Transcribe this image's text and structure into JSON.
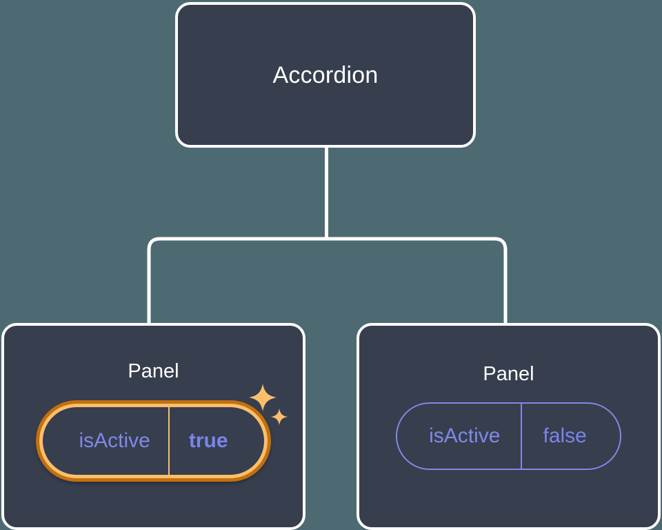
{
  "diagram": {
    "type": "component-tree",
    "background_color": "#4d6a73",
    "node_fill_color": "#373e4e",
    "node_border_color": "#ffffff",
    "edge_color": "#ffffff",
    "accent_prop_color": "#8089e8",
    "highlight_outer_color": "#c2700f",
    "highlight_inner_color": "#fbbf6b",
    "root": {
      "title": "Accordion"
    },
    "children": [
      {
        "title": "Panel",
        "highlighted": true,
        "prop": {
          "key": "isActive",
          "value": "true"
        },
        "sparkle_icon": "sparkles-icon"
      },
      {
        "title": "Panel",
        "highlighted": false,
        "prop": {
          "key": "isActive",
          "value": "false"
        }
      }
    ]
  }
}
